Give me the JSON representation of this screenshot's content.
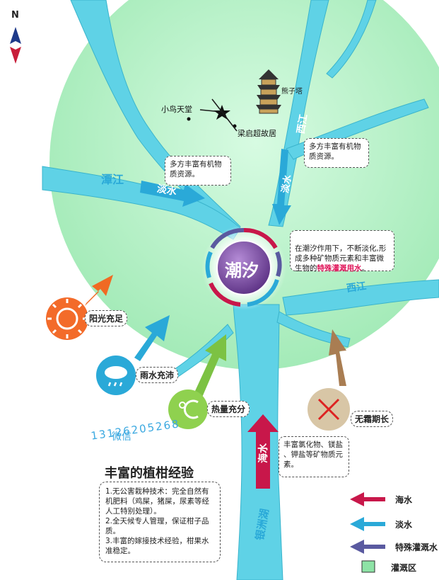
{
  "compass": {
    "label": "N"
  },
  "places": {
    "pagoda": "熊子塔",
    "bird": "小鸟天堂",
    "liang": "梁启超故居"
  },
  "rivers": {
    "tanjiang": "潭江",
    "xijiang_upper": "西江",
    "xijiang_right": "西江",
    "yinzhouhu": "银洲湖"
  },
  "flow_labels": {
    "fresh_left": "淡水",
    "fresh_right": "淡水",
    "sea": "海水"
  },
  "center": {
    "label": "潮汐"
  },
  "notes": {
    "mineral_left": "多方丰富有机物\n质资源。",
    "mineral_right": "多方丰富有机物\n质资源。",
    "tide_text": "在潮汐作用下，不断淡化,形\n成多种矿物质元素和丰富微\n生物的",
    "tide_highlight": "特殊灌溉用水",
    "tide_end": "。",
    "sea_minerals": "丰富氯化物、镁盐\n、钾盐等矿物质元\n素。"
  },
  "factors": {
    "sun": "阳光充足",
    "rain": "雨水充沛",
    "heat": "热量充分",
    "frost": "无霜期长"
  },
  "watermark": {
    "phone": "13126205268",
    "wechat": "微信"
  },
  "experience": {
    "title": "丰富的植柑经验",
    "body": "1.无公害栽种技术：完全自然有\n机肥料（鸡屎，猪屎，尿素等经\n人工特别处理）。\n2.全天候专人管理，保证柑子品\n质。\n3.丰富的嫁接技术经验，柑果水\n准稳定。"
  },
  "legend": {
    "sea": "海水",
    "fresh": "淡水",
    "special": "特殊灌溉水",
    "area": "灌溉区"
  },
  "colors": {
    "area_green": "#b8f2c9",
    "river_cyan": "#5fd2e6",
    "sea_red": "#c8174a",
    "fresh_blue": "#2aa9d8",
    "special_purple": "#5a5aa0",
    "center_purple": "#7a4f9e"
  }
}
